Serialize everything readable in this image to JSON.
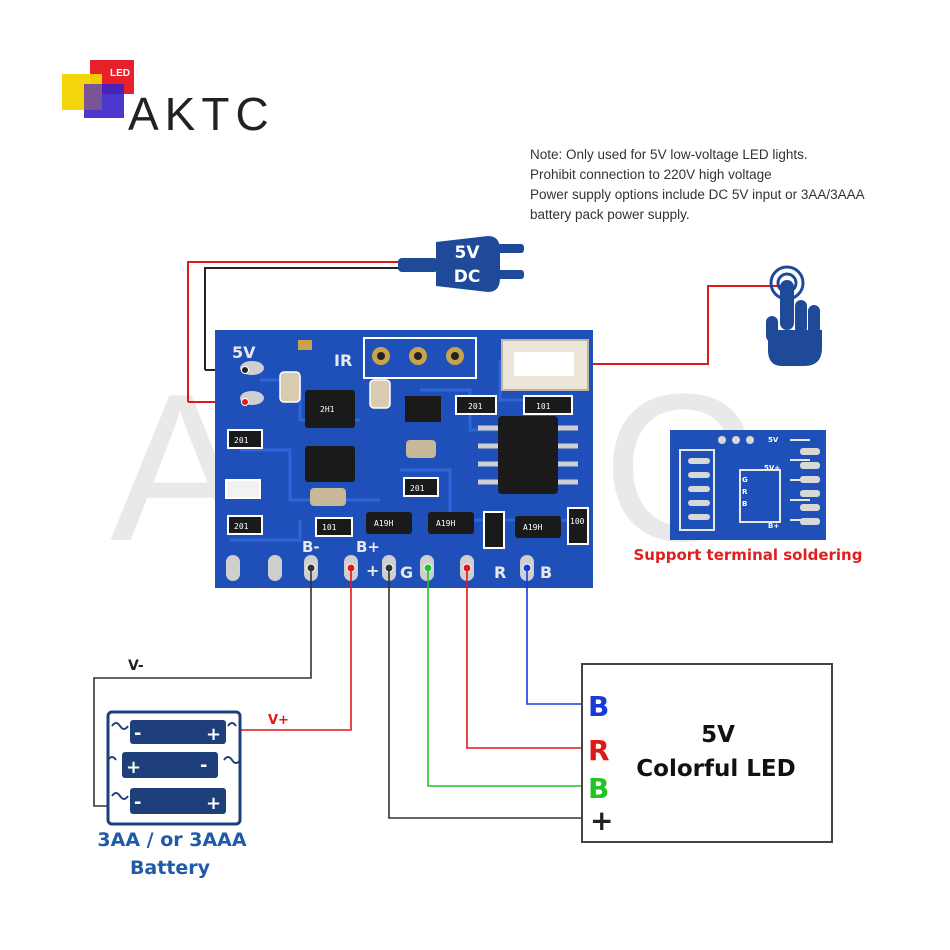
{
  "brand": {
    "name": "AKTC",
    "logo_badge": "LED",
    "watermark": "AKTC"
  },
  "note": {
    "lines": [
      "Note: Only used for 5V low-voltage LED lights.",
      "Prohibit connection to 220V high voltage",
      "Power supply options include DC 5V input or 3AA/3AAA",
      "battery pack power supply."
    ]
  },
  "dc_plug": {
    "line1": "5V",
    "line2": "DC"
  },
  "board": {
    "silk": {
      "v5": "5V",
      "ir": "IR",
      "b_minus": "B-",
      "b_plus": "B+",
      "plus": "+",
      "g": "G",
      "r": "R",
      "b": "B"
    },
    "chips": [
      "2H1",
      "101",
      "201",
      "201",
      "201",
      "201",
      "101",
      "A19H",
      "A19H",
      "A19H",
      "100"
    ]
  },
  "thumb": {
    "caption": "Support terminal soldering",
    "pads": [
      "5V",
      "5V+",
      "G",
      "R",
      "B",
      "B+"
    ]
  },
  "battery": {
    "v_minus": "V-",
    "v_plus": "V+",
    "label_line1": "3AA / or 3AAA",
    "label_line2": "Battery",
    "minus": "-",
    "plus": "+"
  },
  "led_box": {
    "pins": [
      "B",
      "R",
      "B",
      "+"
    ],
    "title_line1": "5V",
    "title_line2": "Colorful LED"
  },
  "colors": {
    "board_blue": "#1f4fb8",
    "wire_red": "#e01818",
    "wire_black": "#222222",
    "wire_green": "#22c322",
    "wire_blue": "#1a3ad6",
    "label_blue": "#1e5aa8",
    "plug_blue": "#1f4a9a",
    "caption_red": "#e02020"
  }
}
